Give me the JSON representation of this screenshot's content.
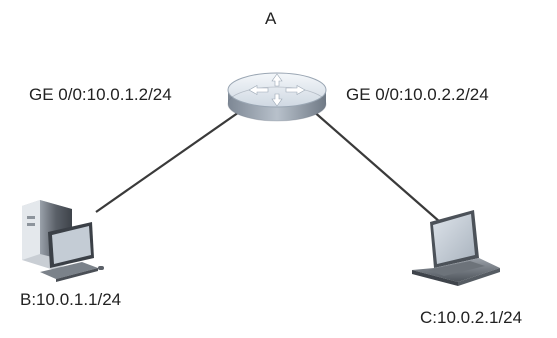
{
  "diagram": {
    "router": {
      "name": "A",
      "icon": "router-icon"
    },
    "interfaces": {
      "left": "GE 0/0:10.0.1.2/24",
      "right": "GE 0/0:10.0.2.2/24"
    },
    "hosts": {
      "b": {
        "label": "B:10.0.1.1/24",
        "icon": "desktop-pc-icon"
      },
      "c": {
        "label": "C:10.0.2.1/24",
        "icon": "laptop-icon"
      }
    },
    "colors": {
      "link": "#3a3a3a",
      "router_top": "#e8eef5",
      "router_side": "#8f9aa8",
      "arrow": "#ffffff",
      "pc_body": "#5b6068",
      "laptop_body": "#6e737a",
      "screen": "#c7ced6"
    }
  }
}
